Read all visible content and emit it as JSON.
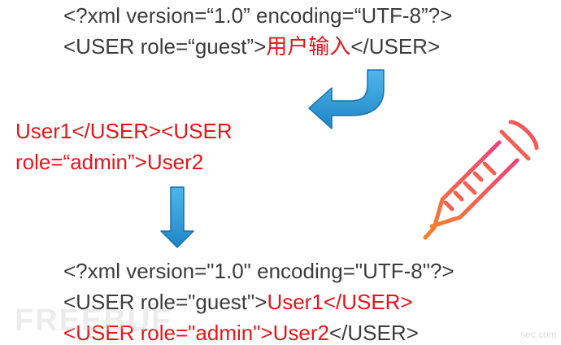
{
  "template": {
    "line1": "<?xml version=“1.0”  encoding=“UTF-8”?>",
    "line2_prefix": "<USER role=“guest”>",
    "line2_input": "用户输入",
    "line2_suffix": "</USER>"
  },
  "payload": {
    "line1": "User1</USER><USER",
    "line2": "role=“admin”>User2"
  },
  "result": {
    "line1": "<?xml version=\"1.0\"  encoding=\"UTF-8\"?>",
    "line2_prefix": "<USER role=\"guest\">",
    "line2_red": "User1</USER>",
    "line3_red": "<USER role=\"admin\">User2",
    "line3_suffix": "</USER>"
  },
  "watermark": {
    "logo_text": "FREEBUF",
    "corner_text": "sec.com"
  },
  "colors": {
    "text": "#3c3c3c",
    "highlight": "#e8141a",
    "arrow": "#2b9bd8",
    "arrow_dark": "#1a6fa8",
    "thermometer_start": "#f0407a",
    "thermometer_end": "#f5802a"
  },
  "icons": {
    "curved_arrow": "curved-arrow-icon",
    "down_arrow": "down-arrow-icon",
    "thermometer": "thermometer-icon"
  }
}
